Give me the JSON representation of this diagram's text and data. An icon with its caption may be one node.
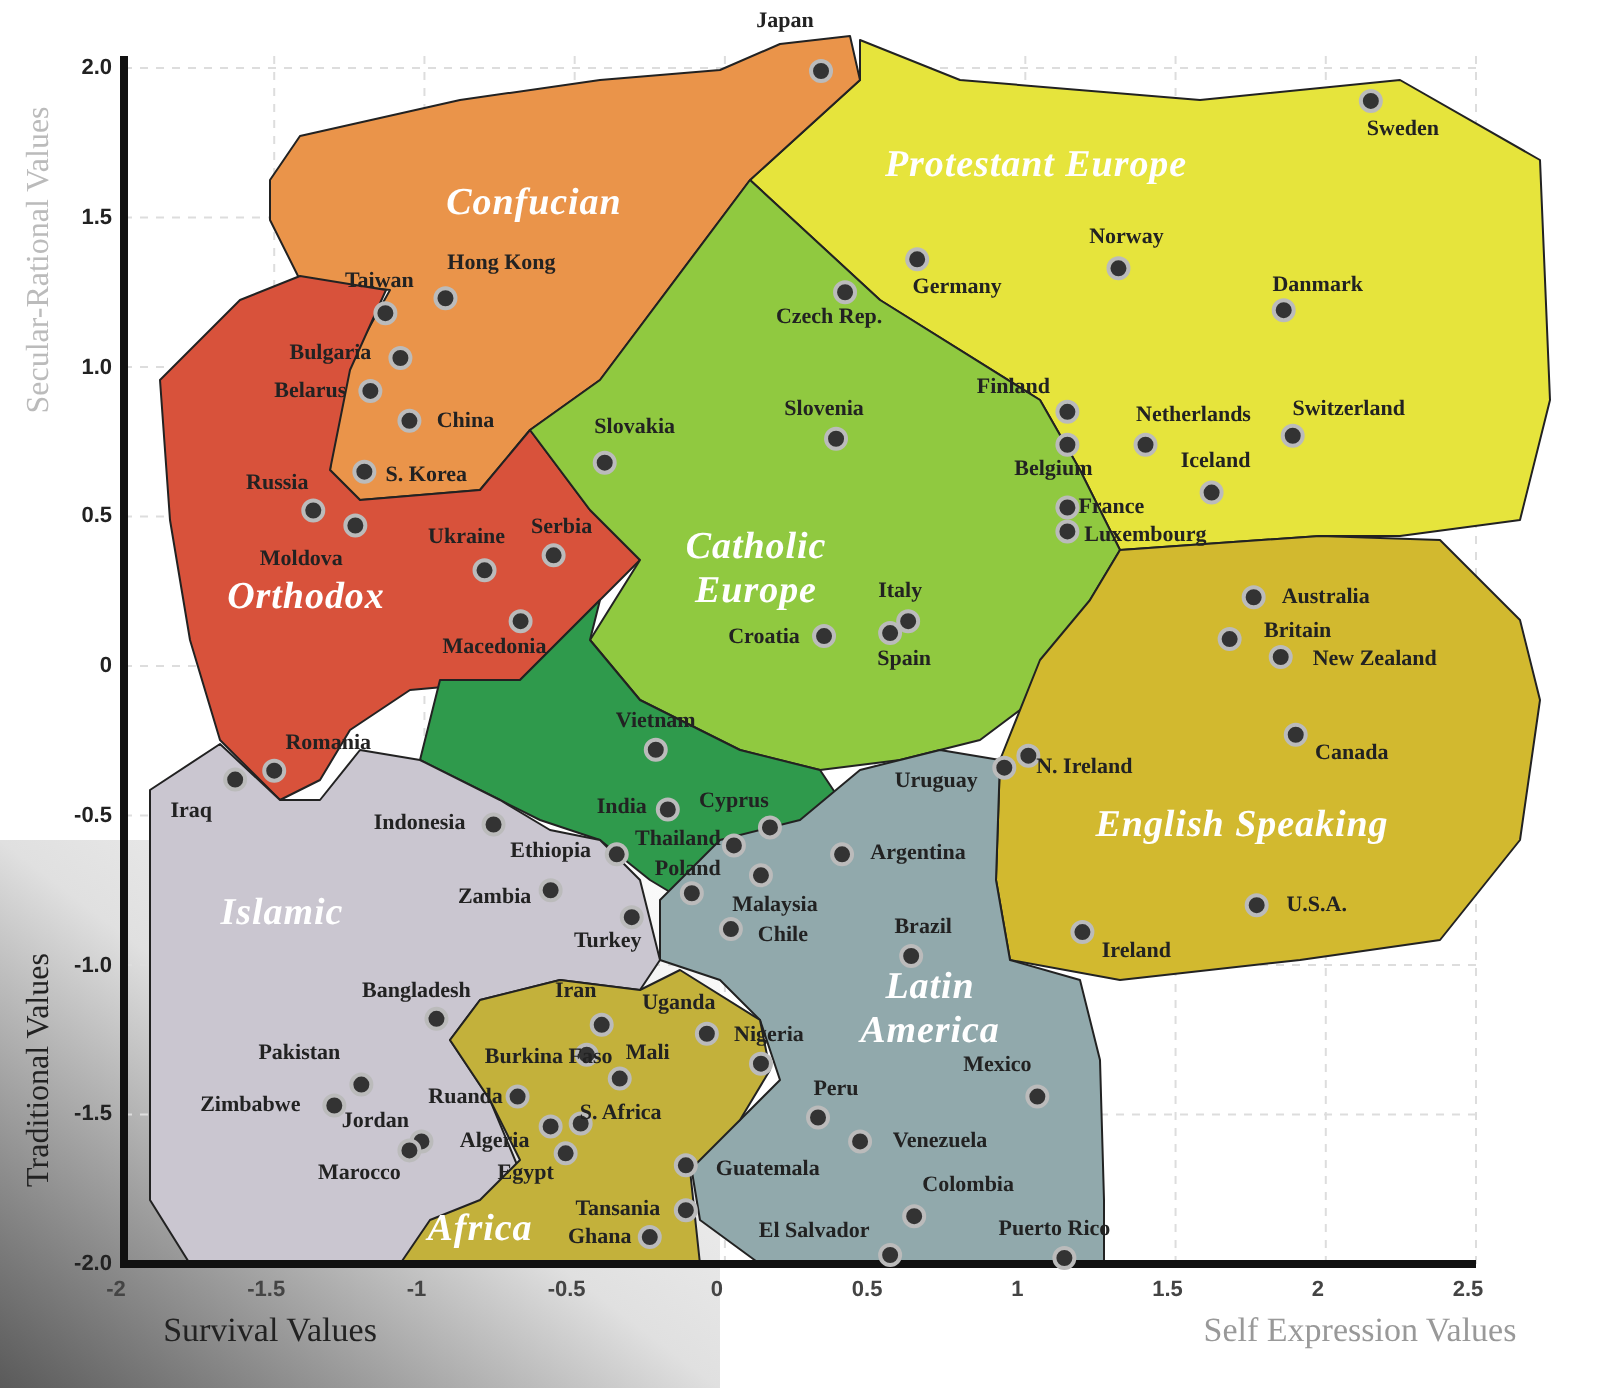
{
  "diagram": {
    "labels": [
      "Secular-Rational Values",
      "Traditional Values",
      "Survival Values",
      "Self Expression Values"
    ],
    "chart_data": {
      "type": "scatter",
      "grid": true,
      "xlim": [
        -2,
        2.5
      ],
      "ylim": [
        -2,
        2
      ],
      "xticks": [
        {
          "value": -2,
          "label": "-2"
        },
        {
          "value": -1.5,
          "label": "-1.5"
        },
        {
          "value": -1,
          "label": "-1"
        },
        {
          "value": -0.5,
          "label": "-0.5"
        },
        {
          "value": 0,
          "label": "0"
        },
        {
          "value": 0.5,
          "label": "0.5"
        },
        {
          "value": 1,
          "label": "1"
        },
        {
          "value": 1.5,
          "label": "1.5"
        },
        {
          "value": 2,
          "label": "2"
        },
        {
          "value": 2.5,
          "label": "2.5"
        }
      ],
      "yticks": [
        {
          "value": 2,
          "label": "2.0"
        },
        {
          "value": 1.5,
          "label": "1.5"
        },
        {
          "value": 1,
          "label": "1.0"
        },
        {
          "value": 0.5,
          "label": "0.5"
        },
        {
          "value": 0,
          "label": "0"
        },
        {
          "value": -0.5,
          "label": "-0.5"
        },
        {
          "value": -1,
          "label": "-1.0"
        },
        {
          "value": -1.5,
          "label": "-1.5"
        },
        {
          "value": -2,
          "label": "-2.0"
        }
      ],
      "series": [
        {
          "name": "Protestant Europe",
          "x": [
            2.15,
            0.64,
            1.31,
            1.86,
            1.14,
            1.4,
            1.89,
            1.62
          ],
          "values": [
            1.89,
            1.36,
            1.33,
            1.19,
            0.85,
            0.74,
            0.77,
            0.58
          ]
        },
        {
          "name": "Confucian",
          "x": [
            0.32,
            -0.93,
            -1.13,
            -1.05,
            -1.2
          ],
          "values": [
            1.99,
            1.23,
            1.18,
            0.82,
            0.65
          ]
        },
        {
          "name": "Orthodox",
          "x": [
            -1.08,
            -1.18,
            -1.37,
            -1.23,
            -0.8,
            -0.57,
            -0.68,
            -1.5
          ],
          "values": [
            1.03,
            0.92,
            0.52,
            0.47,
            0.32,
            0.37,
            0.15,
            -0.35
          ]
        },
        {
          "name": "Catholic Europe",
          "x": [
            0.4,
            -0.4,
            0.37,
            1.14,
            1.14,
            1.14,
            0.61,
            0.33,
            0.55
          ],
          "values": [
            1.25,
            0.68,
            0.76,
            0.74,
            0.53,
            0.45,
            0.15,
            0.1,
            0.11
          ]
        },
        {
          "x": [
            -0.23,
            -0.19,
            0.15,
            0.03,
            -0.11,
            0.12
          ],
          "values": [
            -0.28,
            -0.48,
            -0.54,
            -0.6,
            -0.76,
            -0.7
          ]
        },
        {
          "name": "English Speaking",
          "x": [
            1.76,
            1.68,
            1.85,
            1.9,
            1.01,
            1.19,
            1.77
          ],
          "values": [
            0.23,
            0.09,
            0.03,
            -0.23,
            -0.3,
            -0.89,
            -0.8
          ]
        },
        {
          "name": "Latin America",
          "x": [
            0.93,
            0.39,
            0.02,
            0.62,
            1.04,
            0.31,
            0.45,
            -0.13,
            0.63,
            0.55,
            1.13
          ],
          "values": [
            -0.34,
            -0.63,
            -0.88,
            -0.97,
            -1.44,
            -1.51,
            -1.59,
            -1.67,
            -1.84,
            -1.97,
            -1.98
          ]
        },
        {
          "name": "Islamic",
          "x": [
            -1.63,
            -0.77,
            -0.36,
            -0.58,
            -0.31,
            -0.96,
            -0.41,
            -1.21,
            -1.3,
            -1.01,
            -1.05
          ],
          "values": [
            -0.38,
            -0.53,
            -0.63,
            -0.75,
            -0.84,
            -1.18,
            -1.2,
            -1.4,
            -1.47,
            -1.59,
            -1.62
          ]
        },
        {
          "name": "Africa",
          "x": [
            -0.06,
            0.12,
            -0.46,
            -0.35,
            -0.69,
            -0.48,
            -0.58,
            -0.53,
            -0.13,
            -0.25
          ],
          "values": [
            -1.23,
            -1.33,
            -1.3,
            -1.38,
            -1.44,
            -1.53,
            -1.54,
            -1.63,
            -1.82,
            -1.91
          ]
        }
      ],
      "annotations": [
        {
          "text": "Sweden",
          "x": 2.15,
          "y": 1.89
        },
        {
          "text": "Germany",
          "x": 0.64,
          "y": 1.36
        },
        {
          "text": "Norway",
          "x": 1.31,
          "y": 1.33
        },
        {
          "text": "Danmark",
          "x": 1.86,
          "y": 1.19
        },
        {
          "text": "Finland",
          "x": 1.14,
          "y": 0.85
        },
        {
          "text": "Netherlands",
          "x": 1.4,
          "y": 0.74
        },
        {
          "text": "Switzerland",
          "x": 1.89,
          "y": 0.77
        },
        {
          "text": "Iceland",
          "x": 1.62,
          "y": 0.58
        },
        {
          "text": "Japan",
          "x": 0.32,
          "y": 1.99
        },
        {
          "text": "Hong Kong",
          "x": -0.93,
          "y": 1.23
        },
        {
          "text": "Taiwan",
          "x": -1.13,
          "y": 1.18
        },
        {
          "text": "China",
          "x": -1.05,
          "y": 0.82
        },
        {
          "text": "S. Korea",
          "x": -1.2,
          "y": 0.65
        },
        {
          "text": "Bulgaria",
          "x": -1.08,
          "y": 1.03
        },
        {
          "text": "Belarus",
          "x": -1.18,
          "y": 0.92
        },
        {
          "text": "Russia",
          "x": -1.37,
          "y": 0.52
        },
        {
          "text": "Moldova",
          "x": -1.23,
          "y": 0.47
        },
        {
          "text": "Ukraine",
          "x": -0.8,
          "y": 0.32
        },
        {
          "text": "Serbia",
          "x": -0.57,
          "y": 0.37
        },
        {
          "text": "Macedonia",
          "x": -0.68,
          "y": 0.15
        },
        {
          "text": "Romania",
          "x": -1.5,
          "y": -0.35
        },
        {
          "text": "Czech Rep.",
          "x": 0.4,
          "y": 1.25
        },
        {
          "text": "Slovakia",
          "x": -0.4,
          "y": 0.68
        },
        {
          "text": "Slovenia",
          "x": 0.37,
          "y": 0.76
        },
        {
          "text": "Belgium",
          "x": 1.14,
          "y": 0.74
        },
        {
          "text": "France",
          "x": 1.14,
          "y": 0.53
        },
        {
          "text": "Luxembourg",
          "x": 1.14,
          "y": 0.45
        },
        {
          "text": "Italy",
          "x": 0.61,
          "y": 0.15
        },
        {
          "text": "Croatia",
          "x": 0.33,
          "y": 0.1
        },
        {
          "text": "Spain",
          "x": 0.55,
          "y": 0.11
        },
        {
          "text": "Vietnam",
          "x": -0.23,
          "y": -0.28
        },
        {
          "text": "India",
          "x": -0.19,
          "y": -0.48
        },
        {
          "text": "Cyprus",
          "x": 0.15,
          "y": -0.54
        },
        {
          "text": "Thailand",
          "x": 0.03,
          "y": -0.6
        },
        {
          "text": "Poland",
          "x": -0.11,
          "y": -0.76
        },
        {
          "text": "Malaysia",
          "x": 0.12,
          "y": -0.7
        },
        {
          "text": "Australia",
          "x": 1.76,
          "y": 0.23
        },
        {
          "text": "Britain",
          "x": 1.68,
          "y": 0.09
        },
        {
          "text": "New Zealand",
          "x": 1.85,
          "y": 0.03
        },
        {
          "text": "Canada",
          "x": 1.9,
          "y": -0.23
        },
        {
          "text": "N. Ireland",
          "x": 1.01,
          "y": -0.3
        },
        {
          "text": "Ireland",
          "x": 1.19,
          "y": -0.89
        },
        {
          "text": "U.S.A.",
          "x": 1.77,
          "y": -0.8
        },
        {
          "text": "Uruguay",
          "x": 0.93,
          "y": -0.34
        },
        {
          "text": "Argentina",
          "x": 0.39,
          "y": -0.63
        },
        {
          "text": "Chile",
          "x": 0.02,
          "y": -0.88
        },
        {
          "text": "Brazil",
          "x": 0.62,
          "y": -0.97
        },
        {
          "text": "Mexico",
          "x": 1.04,
          "y": -1.44
        },
        {
          "text": "Peru",
          "x": 0.31,
          "y": -1.51
        },
        {
          "text": "Venezuela",
          "x": 0.45,
          "y": -1.59
        },
        {
          "text": "Guatemala",
          "x": -0.13,
          "y": -1.67
        },
        {
          "text": "Colombia",
          "x": 0.63,
          "y": -1.84
        },
        {
          "text": "El Salvador",
          "x": 0.55,
          "y": -1.97
        },
        {
          "text": "Puerto Rico",
          "x": 1.13,
          "y": -1.98
        },
        {
          "text": "Iraq",
          "x": -1.63,
          "y": -0.38
        },
        {
          "text": "Indonesia",
          "x": -0.77,
          "y": -0.53
        },
        {
          "text": "Ethiopia",
          "x": -0.36,
          "y": -0.63
        },
        {
          "text": "Zambia",
          "x": -0.58,
          "y": -0.75
        },
        {
          "text": "Turkey",
          "x": -0.31,
          "y": -0.84
        },
        {
          "text": "Bangladesh",
          "x": -0.96,
          "y": -1.18
        },
        {
          "text": "Iran",
          "x": -0.41,
          "y": -1.2
        },
        {
          "text": "Pakistan",
          "x": -1.21,
          "y": -1.4
        },
        {
          "text": "Zimbabwe",
          "x": -1.3,
          "y": -1.47
        },
        {
          "text": "Jordan",
          "x": -1.01,
          "y": -1.59
        },
        {
          "text": "Marocco",
          "x": -1.05,
          "y": -1.62
        },
        {
          "text": "Uganda",
          "x": -0.06,
          "y": -1.23
        },
        {
          "text": "Nigeria",
          "x": 0.12,
          "y": -1.33
        },
        {
          "text": "Burkina Faso",
          "x": -0.46,
          "y": -1.3
        },
        {
          "text": "Mali",
          "x": -0.35,
          "y": -1.38
        },
        {
          "text": "Ruanda",
          "x": -0.69,
          "y": -1.44
        },
        {
          "text": "Algeria",
          "x": -0.48,
          "y": -1.53
        },
        {
          "text": "S. Africa",
          "x": -0.58,
          "y": -1.54
        },
        {
          "text": "Egypt",
          "x": -0.53,
          "y": -1.63
        },
        {
          "text": "Tansania",
          "x": -0.13,
          "y": -1.82
        },
        {
          "text": "Ghana",
          "x": -0.25,
          "y": -1.91
        }
      ]
    }
  }
}
